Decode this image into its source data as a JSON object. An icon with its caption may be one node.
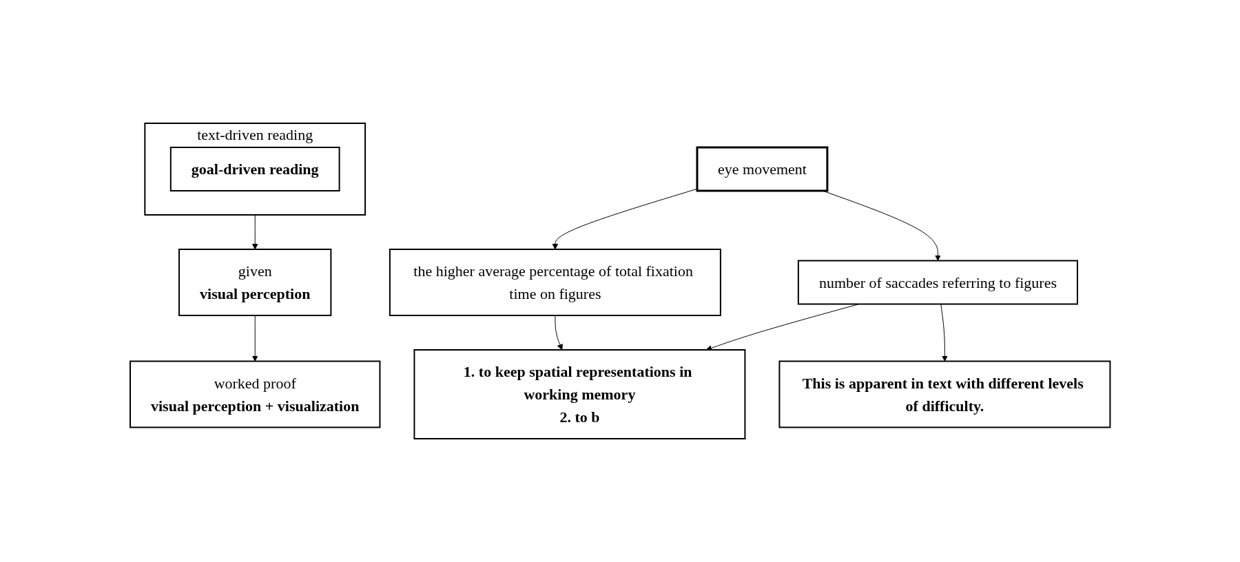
{
  "diagram": {
    "nodes": [
      {
        "text": [
          "text-driven reading"
        ]
      },
      {
        "text": [
          "goal-driven reading"
        ],
        "in": 0
      },
      {
        "text": [
          "given",
          "visual perception"
        ]
      },
      {
        "text": [
          "worked proof",
          "visual perception + visualization"
        ]
      },
      {
        "text": [
          "eye movement"
        ]
      },
      {
        "text": [
          "number of saccades referring to figures"
        ]
      },
      {
        "text": [
          "the higher average percentage of total fixation time on figures"
        ]
      },
      {
        "text": [
          "1. to keep spatial representations in working memory",
          "2. to b"
        ]
      },
      {
        "text": [
          "This is apparent in text with different levels of difficulty."
        ]
      }
    ],
    "edges": [
      {
        "from": 0,
        "to": 2,
        "arrow": "to"
      },
      {
        "from": 2,
        "to": 3,
        "arrow": "to"
      },
      {
        "from": 4,
        "to": 5,
        "arrow": "to"
      },
      {
        "from": 4,
        "to": 6,
        "arrow": "to"
      },
      {
        "from": 5,
        "to": 7,
        "arrow": "to"
      },
      {
        "from": 6,
        "to": 7,
        "arrow": "to"
      },
      {
        "from": 5,
        "to": 8,
        "arrow": "to"
      }
    ]
  }
}
